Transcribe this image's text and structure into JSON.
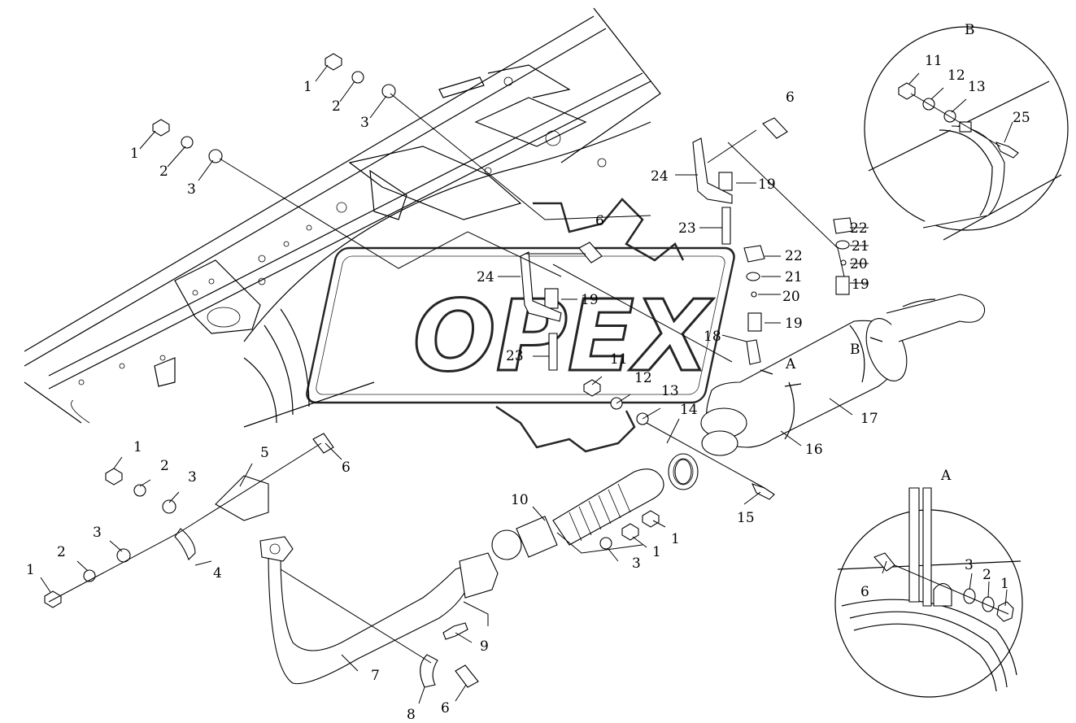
{
  "watermark": {
    "text": "OPEX"
  },
  "detail_a": {
    "letter": "A"
  },
  "detail_b": {
    "letter": "B"
  },
  "callouts": [
    {
      "id": "c1a",
      "text": "1"
    },
    {
      "id": "c2a",
      "text": "2"
    },
    {
      "id": "c3a",
      "text": "3"
    },
    {
      "id": "c1b",
      "text": "1"
    },
    {
      "id": "c2b",
      "text": "2"
    },
    {
      "id": "c3b",
      "text": "3"
    },
    {
      "id": "c6a",
      "text": "6"
    },
    {
      "id": "c24a",
      "text": "24"
    },
    {
      "id": "c19a",
      "text": "19"
    },
    {
      "id": "c23a",
      "text": "23"
    },
    {
      "id": "c22a",
      "text": "22"
    },
    {
      "id": "c21a",
      "text": "21"
    },
    {
      "id": "c20a",
      "text": "20"
    },
    {
      "id": "c19b",
      "text": "19"
    },
    {
      "id": "c18",
      "text": "18"
    },
    {
      "id": "cA1",
      "text": "A"
    },
    {
      "id": "c6b",
      "text": "6"
    },
    {
      "id": "c24b",
      "text": "24"
    },
    {
      "id": "c19c",
      "text": "19"
    },
    {
      "id": "c23b",
      "text": "23"
    },
    {
      "id": "c22b",
      "text": "22"
    },
    {
      "id": "c21b",
      "text": "21"
    },
    {
      "id": "c20b",
      "text": "20"
    },
    {
      "id": "c19d",
      "text": "19"
    },
    {
      "id": "c11a",
      "text": "11"
    },
    {
      "id": "c12a",
      "text": "12"
    },
    {
      "id": "c13a",
      "text": "13"
    },
    {
      "id": "c14",
      "text": "14"
    },
    {
      "id": "cB1",
      "text": "B"
    },
    {
      "id": "c17",
      "text": "17"
    },
    {
      "id": "c16",
      "text": "16"
    },
    {
      "id": "c15",
      "text": "15"
    },
    {
      "id": "c1c",
      "text": "1"
    },
    {
      "id": "c2c",
      "text": "2"
    },
    {
      "id": "c3c",
      "text": "3"
    },
    {
      "id": "c5",
      "text": "5"
    },
    {
      "id": "c6c",
      "text": "6"
    },
    {
      "id": "c3d",
      "text": "3"
    },
    {
      "id": "c2d",
      "text": "2"
    },
    {
      "id": "c1d",
      "text": "1"
    },
    {
      "id": "c4",
      "text": "4"
    },
    {
      "id": "c10",
      "text": "10"
    },
    {
      "id": "c1e",
      "text": "1"
    },
    {
      "id": "c1f",
      "text": "1"
    },
    {
      "id": "c3e",
      "text": "3"
    },
    {
      "id": "c9",
      "text": "9"
    },
    {
      "id": "c7",
      "text": "7"
    },
    {
      "id": "c8",
      "text": "8"
    },
    {
      "id": "c6d",
      "text": "6"
    },
    {
      "id": "c11b",
      "text": "11"
    },
    {
      "id": "c12b",
      "text": "12"
    },
    {
      "id": "c13b",
      "text": "13"
    },
    {
      "id": "c25",
      "text": "25"
    },
    {
      "id": "c6e",
      "text": "6"
    },
    {
      "id": "c3f",
      "text": "3"
    },
    {
      "id": "c2f",
      "text": "2"
    },
    {
      "id": "c1g",
      "text": "1"
    }
  ]
}
